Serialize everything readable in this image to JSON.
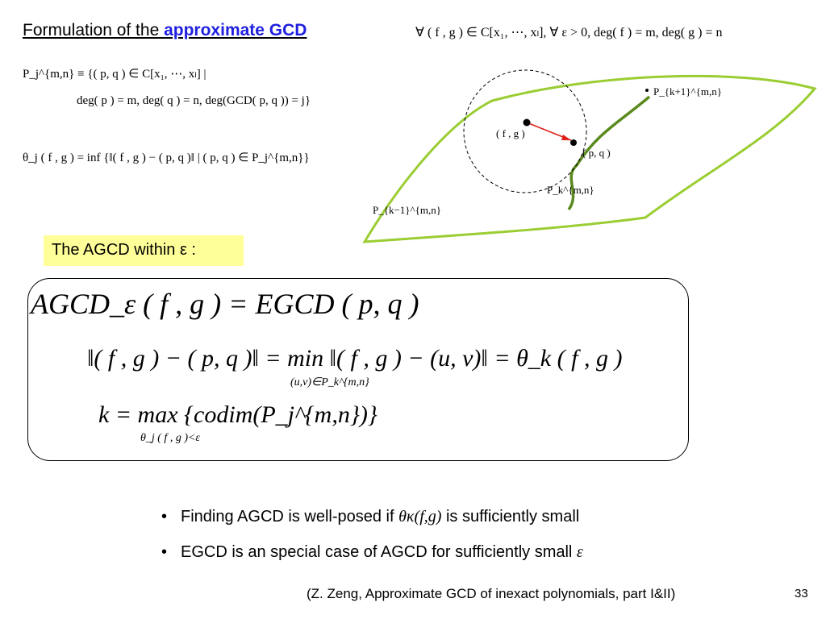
{
  "title": {
    "prefix": "Formulation of the ",
    "highlight": "approximate GCD"
  },
  "header_condition": "∀ ( f , g ) ∈ C[x₁, ⋯, xₗ],  ∀ ε > 0,  deg( f ) = m,  deg( g ) = n",
  "definitions": {
    "pset_line1": "P_j^{m,n} ≡ {( p, q ) ∈ C[x₁, ⋯, xₗ] |",
    "pset_line2": "deg( p ) = m,   deg( q ) = n,   deg(GCD( p, q )) = j}",
    "theta": "θ_j ( f , g ) = inf {‖( f , g ) − ( p, q )‖ | ( p, q ) ∈ P_j^{m,n}}"
  },
  "agcd_label": "The AGCD within ε :",
  "formulas": {
    "eq1": "AGCD_ε ( f , g ) = EGCD ( p, q )",
    "eq2": "‖( f , g ) − ( p, q )‖ =  min  ‖( f , g ) − (u, v)‖ = θ_k ( f , g )",
    "eq2_sub": "(u,v)∈P_k^{m,n}",
    "eq3": "k =  max  {codim(P_j^{m,n})}",
    "eq3_sub": "θ_j ( f , g )<ε"
  },
  "diagram": {
    "labels": {
      "fg": "( f , g )",
      "pq": "( p, q )",
      "pk": "P_k^{m,n}",
      "pk1": "P_{k+1}^{m,n}",
      "pkm1": "P_{k−1}^{m,n}"
    },
    "colors": {
      "surface": "#9acd32",
      "manifold": "#5a8a1e",
      "arrow": "#e0201a"
    }
  },
  "bullets": [
    {
      "text_before": "Finding AGCD is well-posed if  ",
      "math": "θκ(f,g)",
      "text_after": "  is sufficiently small"
    },
    {
      "text_before": "EGCD is an special case of AGCD for sufficiently small ",
      "math": "ε",
      "text_after": ""
    }
  ],
  "citation": "(Z. Zeng, Approximate GCD of inexact polynomials, part I&II)",
  "page_number": "33"
}
